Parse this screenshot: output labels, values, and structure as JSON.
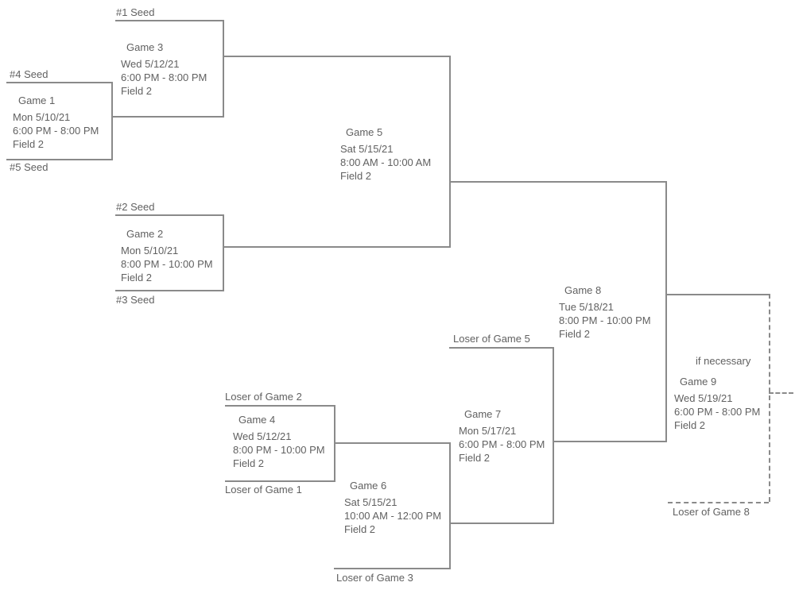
{
  "games": {
    "game1": {
      "title": "Game 1",
      "date": "Mon 5/10/21",
      "time": "6:00 PM - 8:00 PM",
      "field": "Field 2"
    },
    "game2": {
      "title": "Game 2",
      "date": "Mon 5/10/21",
      "time": "8:00 PM - 10:00 PM",
      "field": "Field 2"
    },
    "game3": {
      "title": "Game 3",
      "date": "Wed 5/12/21",
      "time": "6:00 PM - 8:00 PM",
      "field": "Field 2"
    },
    "game4": {
      "title": "Game 4",
      "date": "Wed 5/12/21",
      "time": "8:00 PM - 10:00 PM",
      "field": "Field 2"
    },
    "game5": {
      "title": "Game 5",
      "date": "Sat 5/15/21",
      "time": "8:00 AM - 10:00 AM",
      "field": "Field 2"
    },
    "game6": {
      "title": "Game 6",
      "date": "Sat 5/15/21",
      "time": "10:00 AM - 12:00 PM",
      "field": "Field 2"
    },
    "game7": {
      "title": "Game 7",
      "date": "Mon 5/17/21",
      "time": "6:00 PM - 8:00 PM",
      "field": "Field 2"
    },
    "game8": {
      "title": "Game 8",
      "date": "Tue 5/18/21",
      "time": "8:00 PM - 10:00 PM",
      "field": "Field 2"
    },
    "game9": {
      "note": "if necessary",
      "title": "Game 9",
      "date": "Wed 5/19/21",
      "time": "6:00 PM - 8:00 PM",
      "field": "Field 2"
    }
  },
  "labels": {
    "seed1": "#1 Seed",
    "seed2": "#2 Seed",
    "seed3": "#3 Seed",
    "seed4": "#4 Seed",
    "seed5": "#5 Seed",
    "loser_game1": "Loser of Game 1",
    "loser_game2": "Loser of Game 2",
    "loser_game3": "Loser of Game 3",
    "loser_game5": "Loser of Game 5",
    "loser_game8": "Loser of Game 8"
  },
  "colors": {
    "line": "#8a8a8a",
    "text": "#616161"
  }
}
